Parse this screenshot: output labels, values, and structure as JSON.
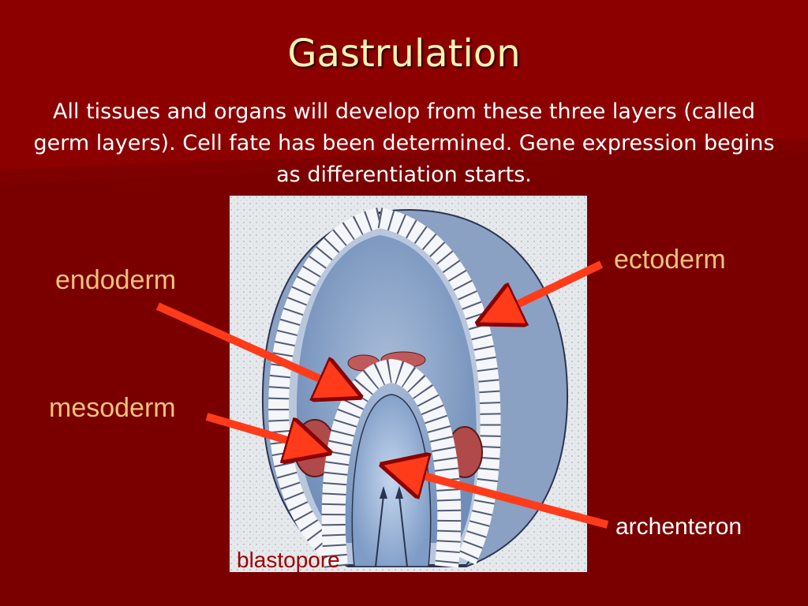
{
  "slide": {
    "title": "Gastrulation",
    "subtitle": "All tissues and organs will develop from these three layers (called germ layers). Cell fate has been determined. Gene expression begins as differentiation starts."
  },
  "labels": {
    "endoderm": "endoderm",
    "mesoderm": "mesoderm",
    "ectoderm": "ectoderm",
    "archenteron": "archenteron",
    "blastopore": "blastopore"
  },
  "colors": {
    "background": "#7a0000",
    "title": "#fbf2b4",
    "label_orange": "#f3c27a",
    "arrow": "#ff3b1a",
    "blastopore_text": "#a00000"
  }
}
